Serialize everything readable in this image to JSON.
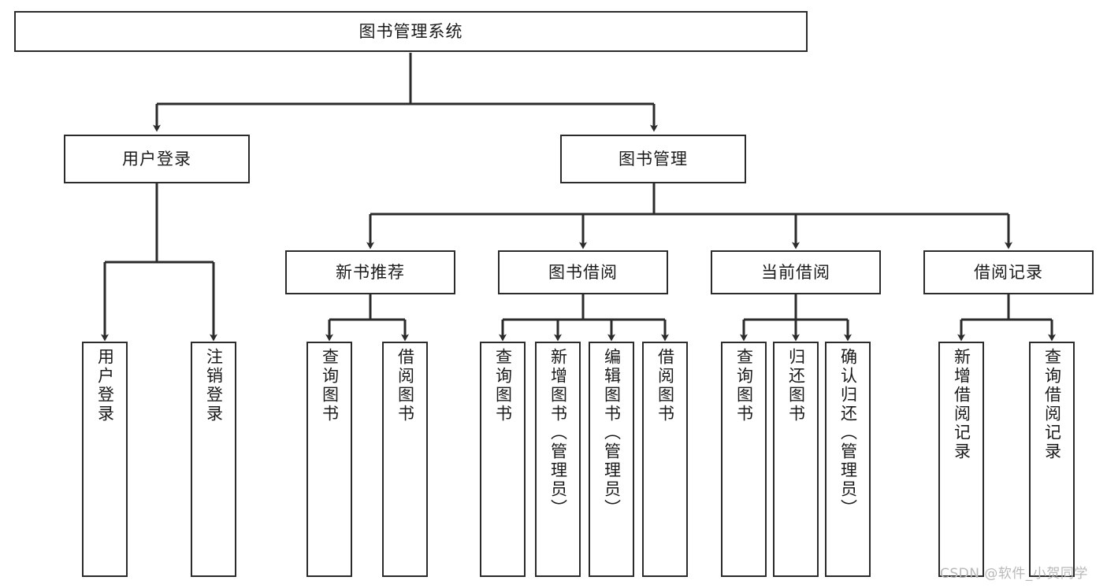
{
  "diagram": {
    "type": "tree-hierarchy-chart",
    "title": "图书管理系统",
    "colors": {
      "box_border": "#2b2b2b",
      "box_fill": "#ffffff",
      "connector": "#2b2b2b",
      "text": "#1a1a1a",
      "watermark": "#b9b9b9",
      "background": "#ffffff"
    },
    "root": {
      "id": "root",
      "label": "图书管理系统",
      "orientation": "horizontal"
    },
    "level2": [
      {
        "id": "user-login",
        "label": "用户登录",
        "orientation": "horizontal"
      },
      {
        "id": "book-manage",
        "label": "图书管理",
        "orientation": "horizontal"
      }
    ],
    "level3": [
      {
        "id": "new-book-recommend",
        "label": "新书推荐",
        "orientation": "horizontal",
        "parent": "book-manage"
      },
      {
        "id": "book-borrow",
        "label": "图书借阅",
        "orientation": "horizontal",
        "parent": "book-manage"
      },
      {
        "id": "current-borrow",
        "label": "当前借阅",
        "orientation": "horizontal",
        "parent": "book-manage"
      },
      {
        "id": "borrow-record",
        "label": "借阅记录",
        "orientation": "horizontal",
        "parent": "book-manage"
      }
    ],
    "leaves": [
      {
        "id": "leaf-user-login",
        "label": "用户登录",
        "orientation": "vertical",
        "parent": "user-login"
      },
      {
        "id": "leaf-logout-login",
        "label": "注销登录",
        "orientation": "vertical",
        "parent": "user-login"
      },
      {
        "id": "leaf-query-book-1",
        "label": "查询图书",
        "orientation": "vertical",
        "parent": "new-book-recommend"
      },
      {
        "id": "leaf-borrow-book-1",
        "label": "借阅图书",
        "orientation": "vertical",
        "parent": "new-book-recommend"
      },
      {
        "id": "leaf-query-book-2",
        "label": "查询图书",
        "orientation": "vertical",
        "parent": "book-borrow"
      },
      {
        "id": "leaf-add-book",
        "label": "新增图书（管理员）",
        "orientation": "vertical",
        "parent": "book-borrow"
      },
      {
        "id": "leaf-edit-book",
        "label": "编辑图书（管理员）",
        "orientation": "vertical",
        "parent": "book-borrow"
      },
      {
        "id": "leaf-borrow-book-2",
        "label": "借阅图书",
        "orientation": "vertical",
        "parent": "book-borrow"
      },
      {
        "id": "leaf-query-book-3",
        "label": "查询图书",
        "orientation": "vertical",
        "parent": "current-borrow"
      },
      {
        "id": "leaf-return-book",
        "label": "归还图书",
        "orientation": "vertical",
        "parent": "current-borrow"
      },
      {
        "id": "leaf-confirm-return",
        "label": "确认归还（管理员）",
        "orientation": "vertical",
        "parent": "current-borrow"
      },
      {
        "id": "leaf-add-record",
        "label": "新增借阅记录",
        "orientation": "vertical",
        "parent": "borrow-record"
      },
      {
        "id": "leaf-query-record",
        "label": "查询借阅记录",
        "orientation": "vertical",
        "parent": "borrow-record"
      }
    ],
    "watermark": "CSDN @软件_小贺同学"
  }
}
